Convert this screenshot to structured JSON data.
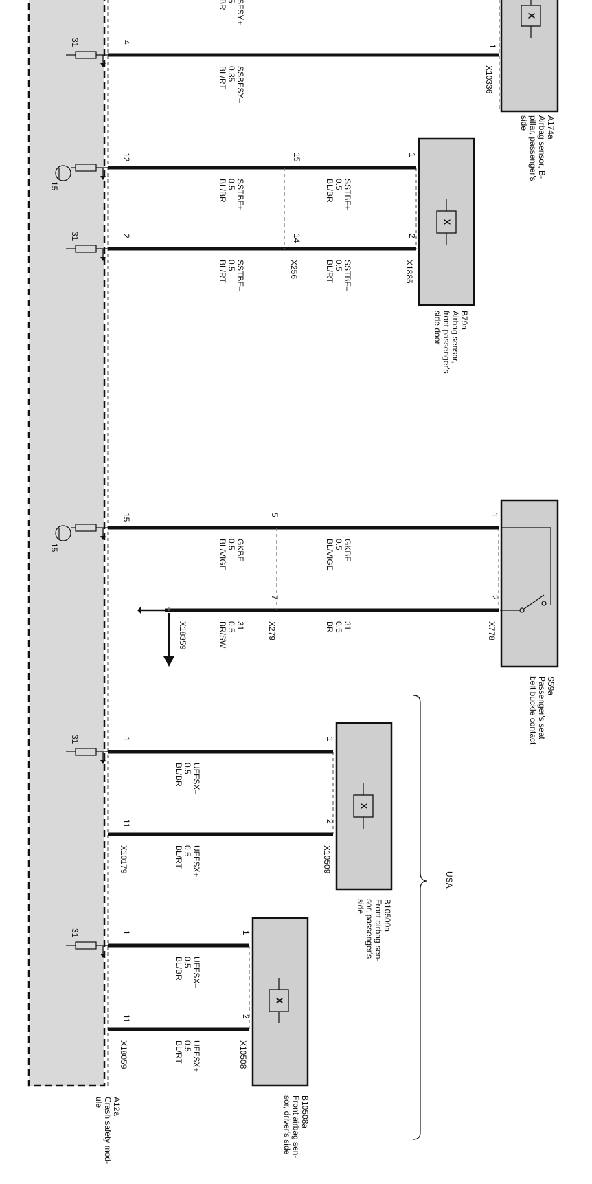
{
  "module": {
    "code": "A12a",
    "name_lines": [
      "Crash safety mod-",
      "ule"
    ]
  },
  "components": {
    "a174a": {
      "code": "A174a",
      "name_lines": [
        "Airbag sensor, B-",
        "pillar, passenger's",
        "side"
      ],
      "connector": "X10336",
      "pins": [
        "1"
      ]
    },
    "b79a": {
      "code": "B79a",
      "name_lines": [
        "Airbag sensor,",
        "front passenger's",
        "side door"
      ],
      "connector": "X1885",
      "pins": [
        "1",
        "2"
      ]
    },
    "s59a": {
      "code": "S59a",
      "name_lines": [
        "Passenger's seat",
        "belt buckle contact"
      ],
      "connector": "X778",
      "pins": [
        "1",
        "2"
      ]
    },
    "b10509a": {
      "code": "B10509a",
      "name_lines": [
        "Front airbag sen-",
        "sor, passenger's",
        "side"
      ],
      "connector": "X10509",
      "pins": [
        "1",
        "2"
      ]
    },
    "b10508a": {
      "code": "B10508a",
      "name_lines": [
        "Front airbag sen-",
        "sor, driver's side"
      ],
      "connector": "X10508",
      "pins": [
        "1",
        "2"
      ]
    }
  },
  "module_pins": [
    "4",
    "12",
    "2",
    "15",
    "1",
    "11",
    "1",
    "11"
  ],
  "module_connectors": [
    "X10179",
    "X18059"
  ],
  "inline_connectors": {
    "x256": {
      "name": "X256",
      "pins": [
        "15",
        "14"
      ]
    },
    "x279": {
      "name": "X279",
      "pins": [
        "5",
        "7"
      ]
    }
  },
  "ground": {
    "connector": "X18359"
  },
  "supply_refs": [
    "31",
    "15"
  ],
  "wires": {
    "top_partial": [
      "SFSY+",
      "5",
      "BR"
    ],
    "ssbfsy_minus": [
      "SSBFSY–",
      "0.35",
      "BL/RT"
    ],
    "sstbf_plus_module": [
      "SSTBF+",
      "0.5",
      "BL/BR"
    ],
    "sstbf_minus_module": [
      "SSTBF–",
      "0.5",
      "BL/RT"
    ],
    "sstbf_plus_sensor": [
      "SSTBF+",
      "0.5",
      "BL/BR"
    ],
    "sstbf_minus_sensor": [
      "SSTBF–",
      "0.5",
      "BL/RT"
    ],
    "gkbf_module": [
      "GKBF",
      "0.5",
      "BL/VIGE"
    ],
    "gkbf_switch": [
      "GKBF",
      "0.5",
      "BL/VIGE"
    ],
    "gnd_module": [
      "31",
      "0.5",
      "BR/SW"
    ],
    "gnd_switch": [
      "31",
      "0.5",
      "BR"
    ],
    "uffsx_minus_pass": [
      "UFFSX–",
      "0.5",
      "BL/BR"
    ],
    "uffsx_plus_pass": [
      "UFFSX+",
      "0.5",
      "BL/RT"
    ],
    "uffsx_minus_drv": [
      "UFFSX–",
      "0.5",
      "BL/BR"
    ],
    "uffsx_plus_drv": [
      "UFFSX+",
      "0.5",
      "BL/RT"
    ]
  },
  "region_label": "USA"
}
